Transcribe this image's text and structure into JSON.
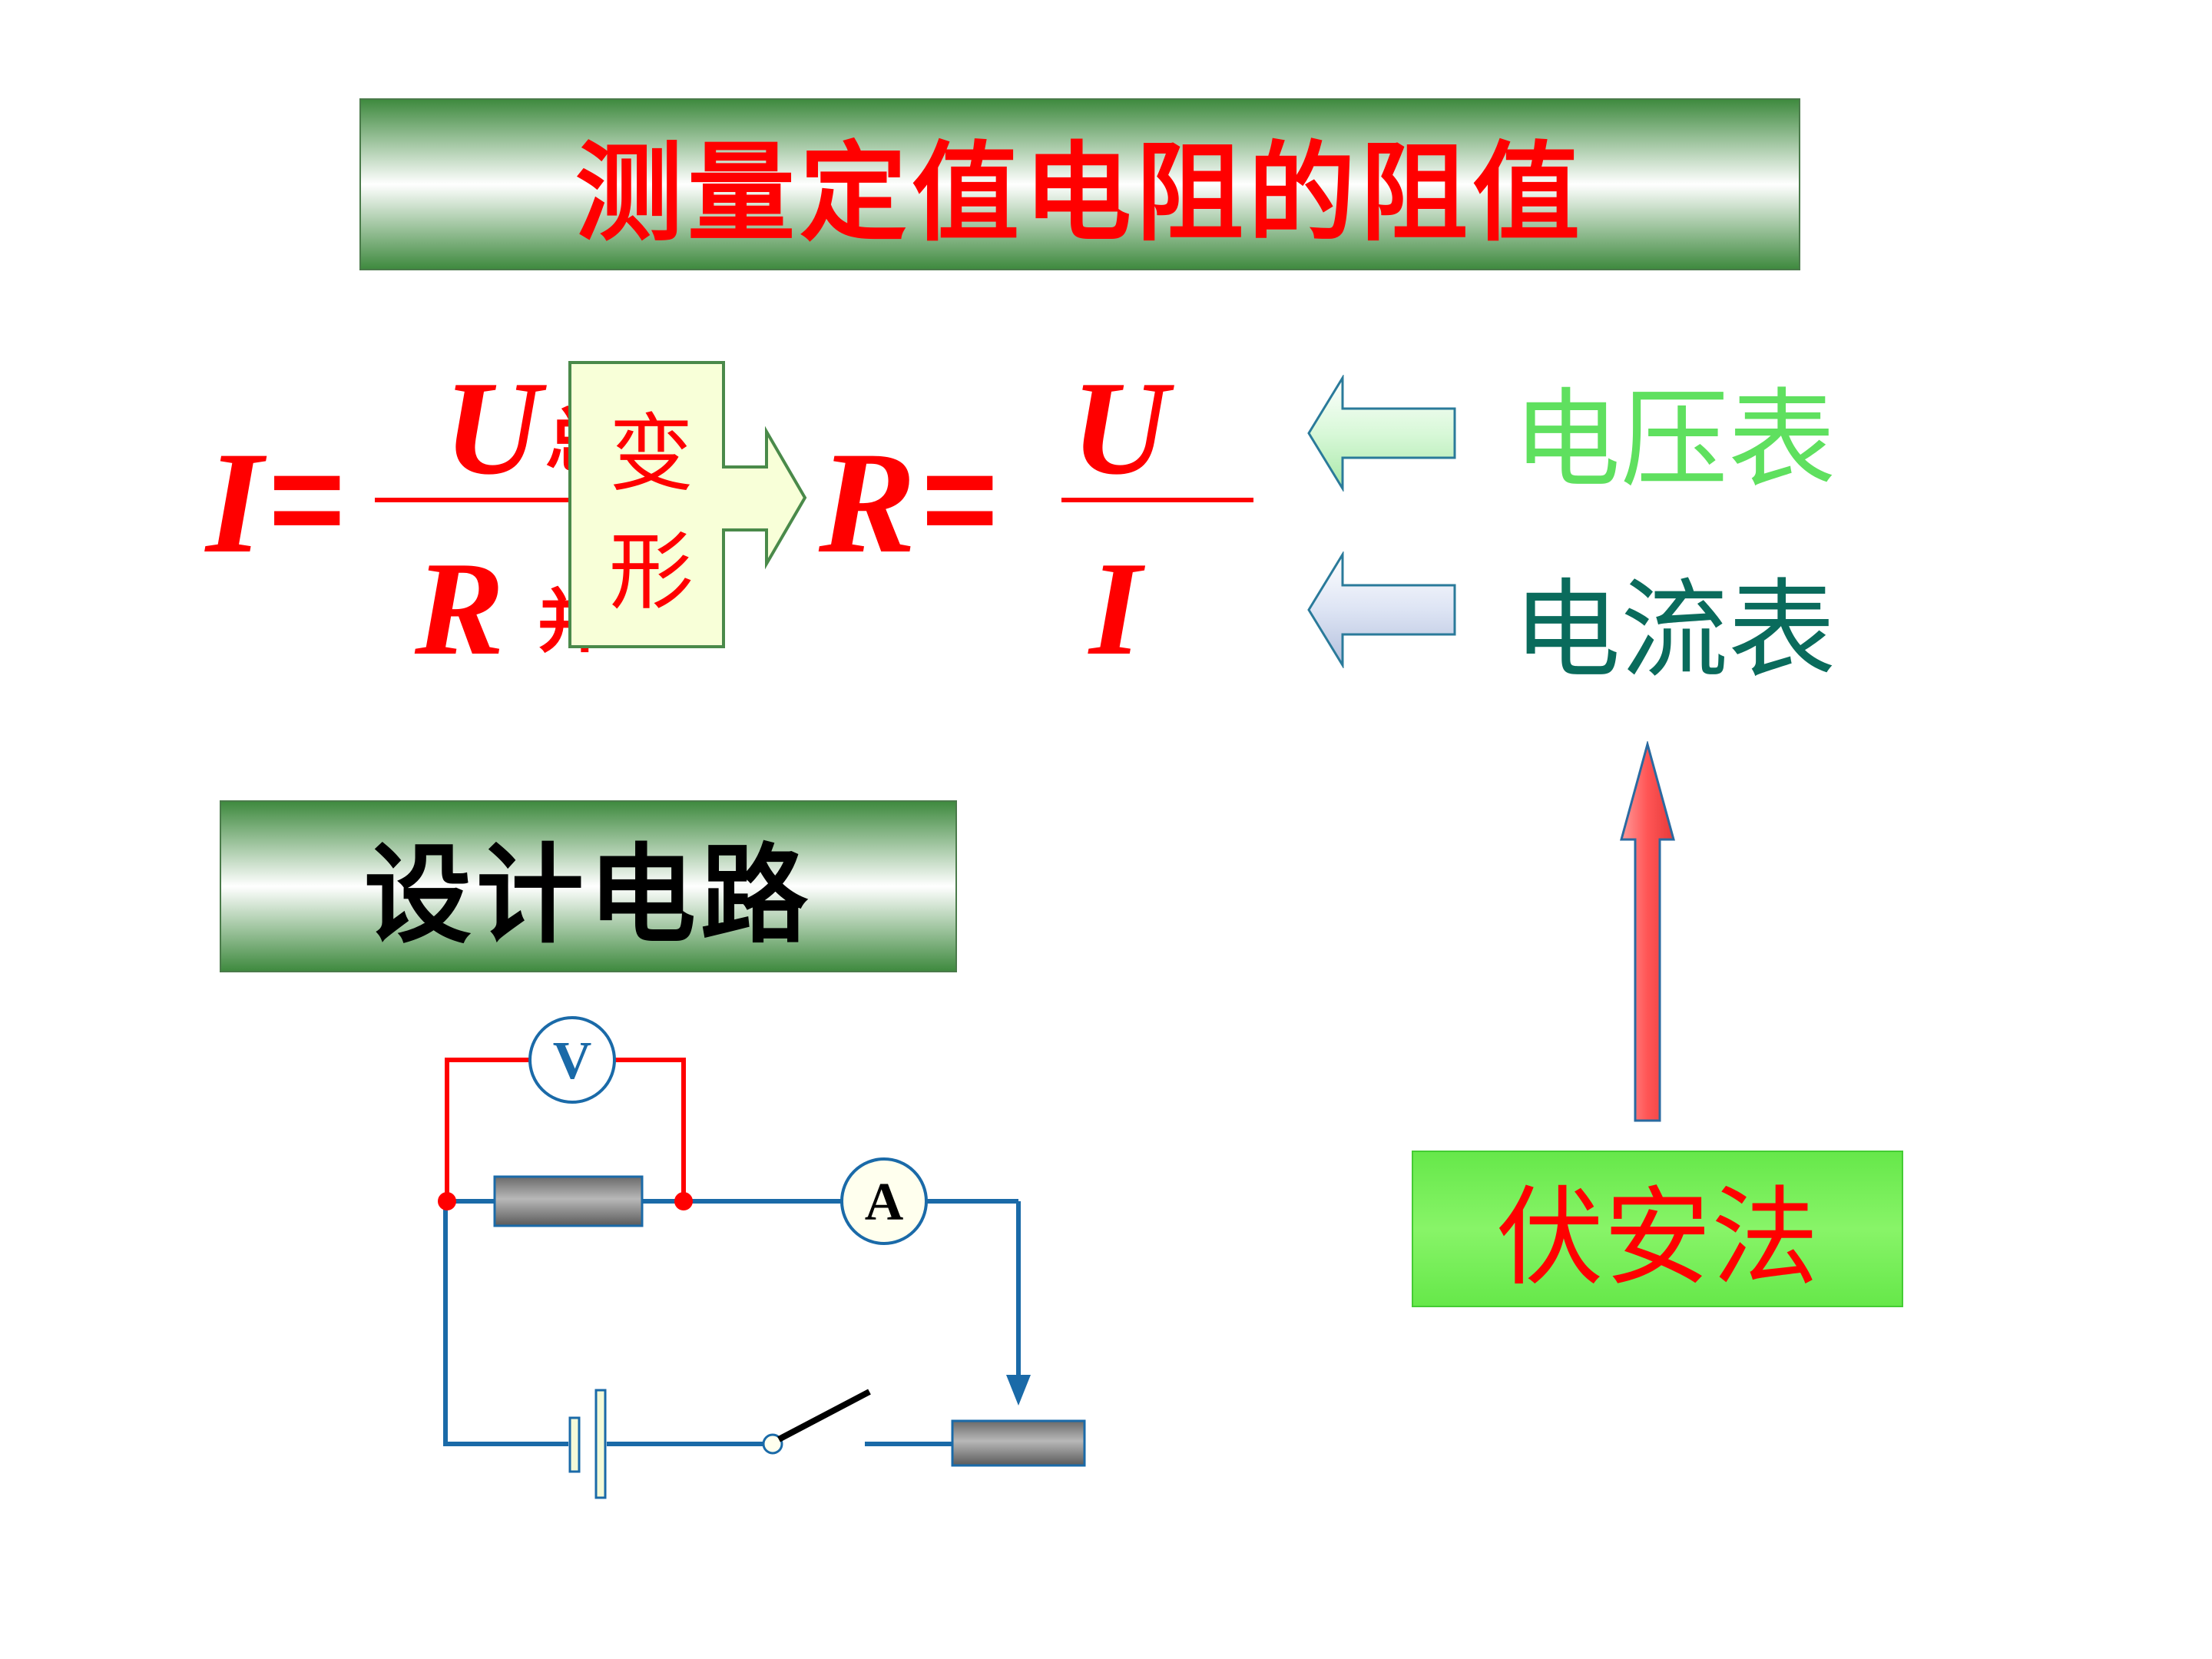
{
  "title": "测量定值电阻的阻值",
  "design": "设计电路",
  "formula_left": {
    "lhs": "I",
    "equals": "=",
    "numerator": "U",
    "numerator_subscript": "总",
    "denominator": "R",
    "denominator_subscript": "并"
  },
  "transform_label": [
    "变",
    "形"
  ],
  "formula_right": {
    "lhs": "R",
    "equals": "=",
    "numerator": "U",
    "denominator": "I"
  },
  "voltmeter_label": "电压表",
  "ammeter_label": "电流表",
  "method": "伏安法",
  "circuit": {
    "voltmeter_symbol": "V",
    "ammeter_symbol": "A"
  },
  "colors": {
    "red": "#ff0000",
    "green_text": "#5fe05f",
    "teal_text": "#0a6b5c",
    "wire_blue": "#1a6aa8"
  }
}
